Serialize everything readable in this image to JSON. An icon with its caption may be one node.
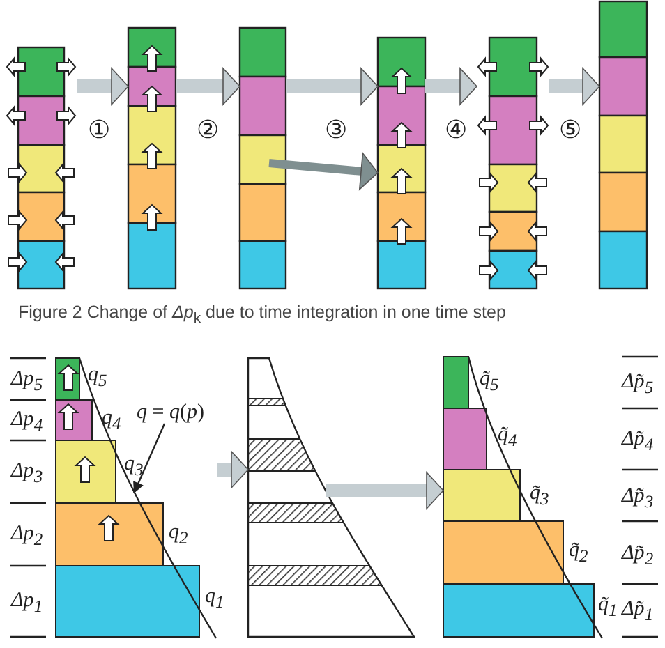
{
  "diagram": {
    "caption": "Figure 2 Change of *Δp*$_{k}$ due to time integration in one time step",
    "nodes": [
      {
        "text": [],
        "shape": "bar"
      },
      {
        "text": [],
        "shape": "bar"
      },
      {
        "text": [],
        "shape": "bar"
      },
      {
        "text": [],
        "shape": "bar"
      },
      {
        "text": [],
        "shape": "bar"
      },
      {
        "text": [],
        "shape": "bar"
      },
      {
        "text": [],
        "shape": "picture"
      },
      {
        "text": [],
        "shape": "picture"
      },
      {
        "text": [],
        "shape": "picture"
      },
      {
        "text": [
          "*q* = *q*(*p*)"
        ],
        "in": 6
      }
    ],
    "edges": [
      {
        "from": 0,
        "to": 1,
        "arrow": "to",
        "label": "①"
      },
      {
        "from": 1,
        "to": 2,
        "arrow": "to",
        "label": "②"
      },
      {
        "from": 2,
        "to": 3,
        "arrow": "to",
        "label": "③"
      },
      {
        "from": 2,
        "to": 3,
        "arrow": "to",
        "color": "#7f8f90"
      },
      {
        "from": 3,
        "to": 4,
        "arrow": "to",
        "label": "④"
      },
      {
        "from": 4,
        "to": 5,
        "arrow": "to",
        "label": "⑤"
      },
      {
        "from": 6,
        "to": 7,
        "arrow": "to"
      },
      {
        "from": 7,
        "to": 8,
        "arrow": "to"
      },
      {
        "from": 9,
        "to": 6,
        "arrow": "to",
        "color": "#222222"
      }
    ],
    "labels": [
      "Δp$_{5}$",
      "q$_{5}$",
      "Δp$_{4}$",
      "q$_{4}$",
      "Δp$_{3}$",
      "q$_{3}$",
      "Δp$_{2}$",
      "q$_{2}$",
      "Δp$_{1}$",
      "q$_{1}$",
      "q̃$_{5}$",
      "Δp̃$_{5}$",
      "q̃$_{4}$",
      "Δp̃$_{4}$",
      "q̃$_{3}$",
      "Δp̃$_{3}$",
      "q̃$_{2}$",
      "Δp̃$_{2}$",
      "q̃$_{1}$",
      "Δp̃$_{1}$"
    ]
  }
}
